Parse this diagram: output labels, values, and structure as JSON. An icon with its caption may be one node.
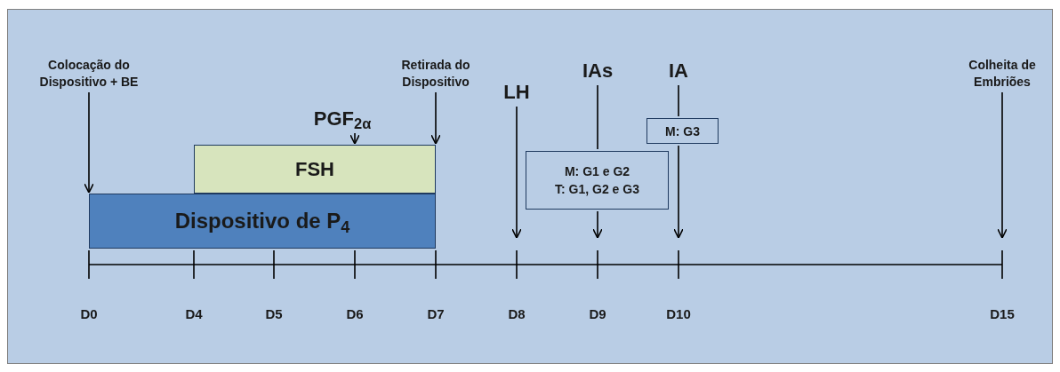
{
  "diagram": {
    "nodes": [
      {
        "text": [
          "Colocação do Dispositivo + BE"
        ]
      },
      {
        "text": [
          "PGF$_{2α}$"
        ]
      },
      {
        "text": [
          "Retirada do Dispositivo"
        ]
      },
      {
        "text": [
          "LH"
        ]
      },
      {
        "text": [
          "IAs"
        ]
      },
      {
        "text": [
          "IA"
        ]
      },
      {
        "text": [
          "Colheita de Embriões"
        ]
      },
      {
        "text": [
          "FSH"
        ]
      },
      {
        "text": [
          "Dispositivo de P$_{4}$"
        ]
      },
      {
        "text": [
          "M: G1 e G2",
          "T: G1, G2 e G3"
        ]
      },
      {
        "text": [
          "M: G3"
        ]
      }
    ],
    "edges": [
      {
        "from": 0,
        "to": 8,
        "arrow": "to"
      },
      {
        "from": 1,
        "to": 7,
        "arrow": "to"
      },
      {
        "from": 2,
        "to": 7,
        "arrow": "to"
      },
      {
        "from": 3,
        "to": null,
        "arrow": "to"
      },
      {
        "from": 4,
        "to": 9,
        "arrow": "none"
      },
      {
        "from": 9,
        "to": null,
        "arrow": "to"
      },
      {
        "from": 5,
        "to": 10,
        "arrow": "none"
      },
      {
        "from": 10,
        "to": null,
        "arrow": "to"
      },
      {
        "from": 6,
        "to": null,
        "arrow": "to"
      }
    ],
    "labels": [
      "D0",
      "D4",
      "D5",
      "D6",
      "D7",
      "D8",
      "D9",
      "D10",
      "D15"
    ]
  }
}
